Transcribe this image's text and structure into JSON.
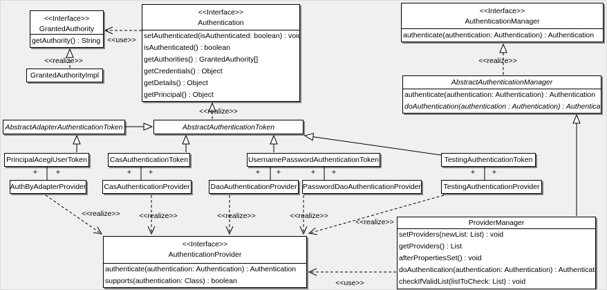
{
  "diagram": {
    "colors": {
      "background": "#f0f0f0",
      "box_fill": "#ffffff",
      "line": "#000000",
      "shadow": "#808080"
    },
    "labels": {
      "use": "<<use>>",
      "realize": "<<realize>>",
      "plus": "+"
    },
    "classes": {
      "granted_authority": {
        "stereotype": "<<Interface>>",
        "name": "GrantedAuthority",
        "methods": [
          "getAuthority() : String"
        ]
      },
      "authentication": {
        "stereotype": "<<Interface>>",
        "name": "Authentication",
        "methods": [
          "setAuthenticated(isAuthenticated: boolean) : void",
          "isAuthenticated() : boolean",
          "getAuthorities() : GrantedAuthority[]",
          "getCredentials() : Object",
          "getDetails() : Object",
          "getPrincipal() : Object"
        ]
      },
      "authentication_manager": {
        "stereotype": "<<Interface>>",
        "name": "AuthenticationManager",
        "methods": [
          "authenticate(authentication: Authentication) : Authentication"
        ]
      },
      "granted_authority_impl": {
        "name": "GrantedAuthorityImpl"
      },
      "abstract_authentication_manager": {
        "name": "AbstractAuthenticationManager",
        "methods": [
          "authenticate(authentication: Authentication) : Authentication",
          "doAuthentication(authentication : Authentication) : Authentication"
        ]
      },
      "abstract_adapter_authentication_token": {
        "name": "AbstractAdapterAuthenticationToken"
      },
      "abstract_authentication_token": {
        "name": "AbstractAuthenticationToken"
      },
      "principal_acegi_user_token": {
        "name": "PrincipalAcegiUserToken"
      },
      "cas_authentication_token": {
        "name": "CasAuthenticationToken"
      },
      "username_password_authentication_token": {
        "name": "UsernamePasswordAuthenticationToken"
      },
      "testing_authentication_token": {
        "name": "TestingAuthenticationToken"
      },
      "auth_by_adapter_provider": {
        "name": "AuthByAdapterProvider"
      },
      "cas_authentication_provider": {
        "name": "CasAuthenticationProvider"
      },
      "dao_authentication_provider": {
        "name": "DaoAuthenticationProvider"
      },
      "password_dao_authentication_provider": {
        "name": "PasswordDaoAuthenticationProvider"
      },
      "testing_authentication_provider": {
        "name": "TestingAuthenticationProvider"
      },
      "authentication_provider": {
        "stereotype": "<<Interface>>",
        "name": "AuthenticationProvider",
        "methods": [
          "authenticate(authentication: Authentication) : Authentication",
          "supports(authentication: Class) : boolean"
        ]
      },
      "provider_manager": {
        "name": "ProviderManager",
        "methods": [
          "setProviders(newList: List) : void",
          "getProviders() : List",
          "afterPropertiesSet() : void",
          "doAuthentication(authentication: Authentication) : Authentication",
          "checkIfValidList(listToCheck: List) : void"
        ]
      }
    }
  }
}
